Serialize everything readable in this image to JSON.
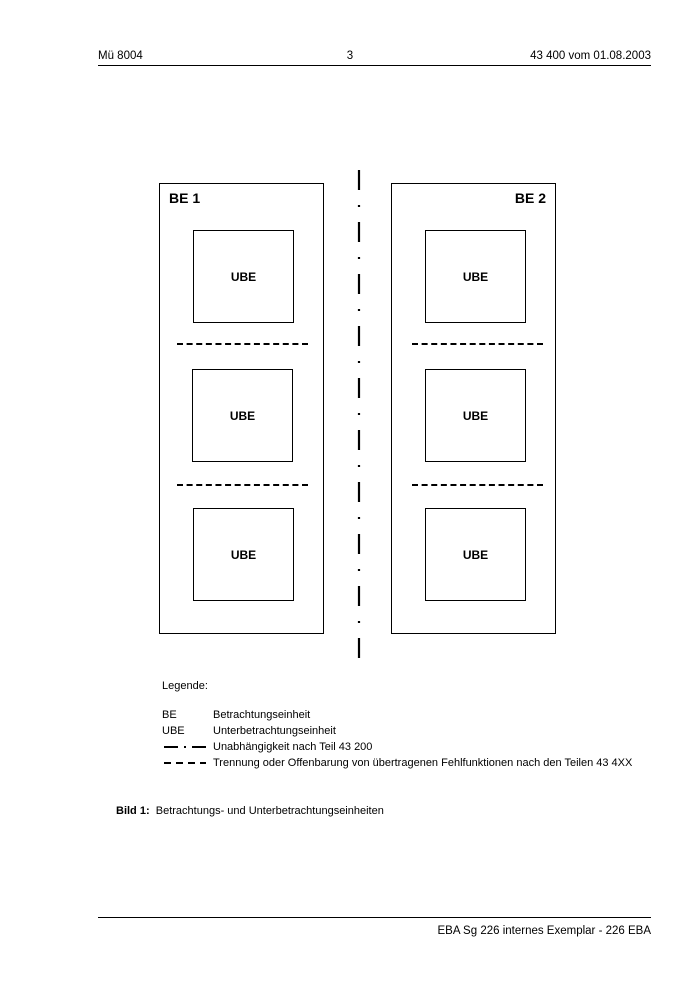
{
  "header": {
    "left": "Mü 8004",
    "page_number": "3",
    "right": "43 400 vom 01.08.2003"
  },
  "diagram": {
    "be1": {
      "label": "BE 1",
      "units": [
        "UBE",
        "UBE",
        "UBE"
      ]
    },
    "be2": {
      "label": "BE 2",
      "units": [
        "UBE",
        "UBE",
        "UBE"
      ]
    }
  },
  "legend": {
    "title": "Legende:",
    "items": [
      {
        "key": "BE",
        "description": "Betrachtungseinheit"
      },
      {
        "key": "UBE",
        "description": "Unterbetrachtungseinheit"
      },
      {
        "key_icon": "dash-dot-line-icon",
        "description": "Unabhängigkeit nach Teil 43 200"
      },
      {
        "key_icon": "dashed-line-icon",
        "description": "Trennung oder Offenbarung von übertragenen Fehlfunktionen nach den Teilen 43 4XX"
      }
    ]
  },
  "caption": {
    "label": "Bild 1:",
    "text": "Betrachtungs- und Unterbetrachtungseinheiten"
  },
  "footer": {
    "text": "EBA Sg 226 internes Exemplar - 226 EBA"
  }
}
